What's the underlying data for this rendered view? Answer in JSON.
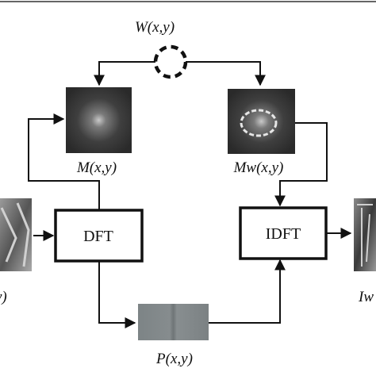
{
  "diagram": {
    "labels": {
      "watermark": "W(x,y)",
      "magnitude": "M(x,y)",
      "watermarked_magnitude": "Mw(x,y)",
      "phase": "P(x,y)",
      "input_image_partial": "y)",
      "output_image_partial": "Iw"
    },
    "blocks": {
      "dft": "DFT",
      "idft": "IDFT"
    }
  }
}
